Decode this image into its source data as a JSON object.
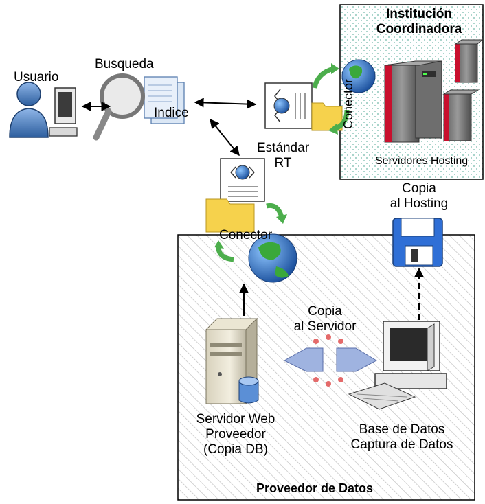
{
  "labels": {
    "usuario": "Usuario",
    "busqueda": "Busqueda",
    "indice": "Indice",
    "estandar_line1": "Estándar",
    "estandar_line2": "RT",
    "institucion_line1": "Institución",
    "institucion_line2": "Coordinadora",
    "conector_top": "Conector",
    "servidores_hosting": "Servidores Hosting",
    "copia_hosting_line1": "Copia",
    "copia_hosting_line2": "al Hosting",
    "conector_bottom": "Conector",
    "copia_servidor_line1": "Copia",
    "copia_servidor_line2": "al Servidor",
    "servidor_web_line1": "Servidor Web",
    "servidor_web_line2": "Proveedor",
    "servidor_web_line3": "(Copia DB)",
    "base_datos_line1": "Base de Datos",
    "base_datos_line2": "Captura de Datos",
    "proveedor": "Proveedor de Datos"
  },
  "colors": {
    "accent_red": "#c8102e",
    "globe_blue": "#1f5fb4",
    "globe_green": "#3aa83a",
    "folder_yellow": "#f6d24c",
    "floppy_blue": "#2f6fd6"
  }
}
